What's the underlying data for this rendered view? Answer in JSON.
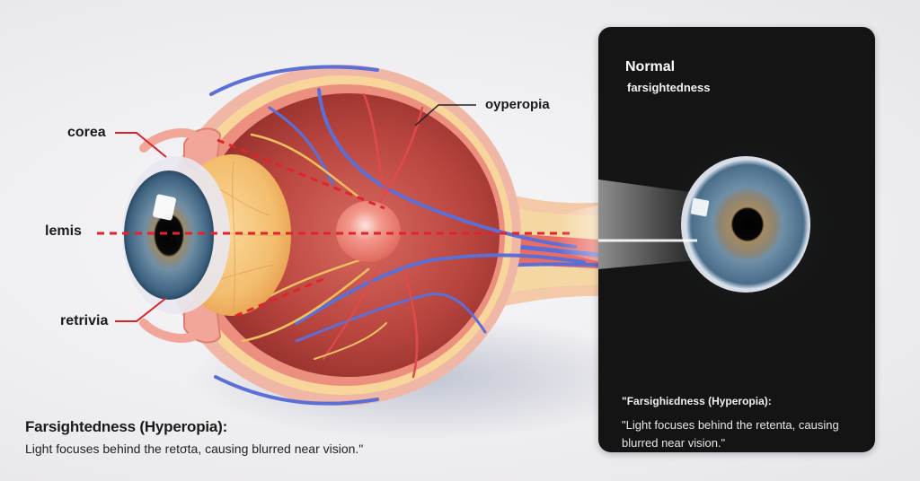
{
  "diagram": {
    "labels": {
      "corea": "corea",
      "lemis": "lemis",
      "retrivia": "retrivia",
      "oyperopia": "oyperopia"
    },
    "colors": {
      "leader_line": "#d9232a",
      "dashed_ray": "#e0242b",
      "vein": "#5b6fd6",
      "artery": "#e04a4a",
      "nerve": "#f0c060",
      "lens": "#f6c77a",
      "iris": "#4f7390",
      "card_bg": "#141414"
    }
  },
  "caption": {
    "title": "Farsightedness (Hyperopia):",
    "body": "Light focuses behind the retσta, causing blurred near vision.\""
  },
  "card": {
    "title": "Normal",
    "subtitle": "farsightedness",
    "quote_title": "\"Farsighiεdness (Hyperopia):",
    "quote_body": "\"Light focuses behind the retenta, causing blurred near vision.\""
  }
}
